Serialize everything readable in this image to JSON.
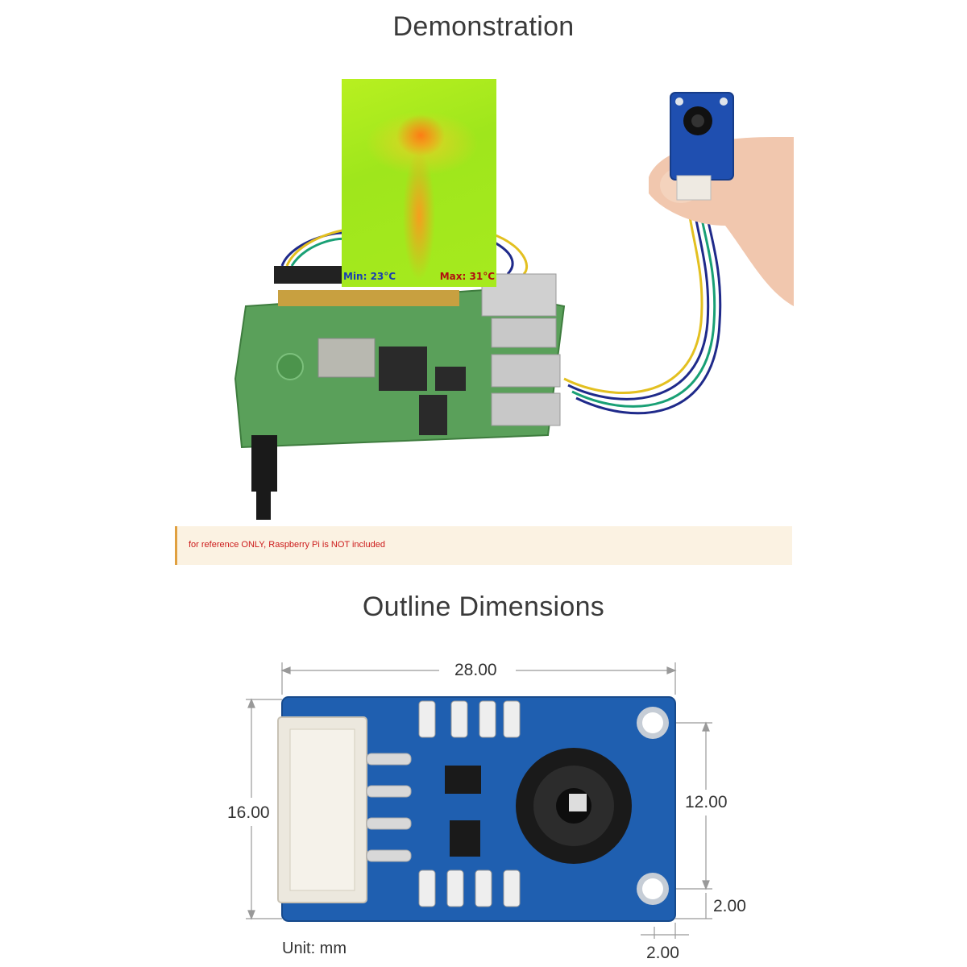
{
  "sections": {
    "demo_title": "Demonstration",
    "outline_title": "Outline Dimensions"
  },
  "thermal_image": {
    "min_label": "Min: 23°C",
    "max_label": "Max: 31°C"
  },
  "notice": {
    "text": "for reference ONLY, Raspberry Pi is NOT included"
  },
  "dimensions": {
    "width": "28.00",
    "height": "16.00",
    "hole_spacing": "12.00",
    "hole_bottom_offset": "2.00",
    "hole_side_offset": "2.00",
    "unit": "Unit: mm"
  },
  "colors": {
    "pcb_green": "#5aa05a",
    "module_blue": "#1f5fb0",
    "notice_text": "#cc1b1b"
  }
}
